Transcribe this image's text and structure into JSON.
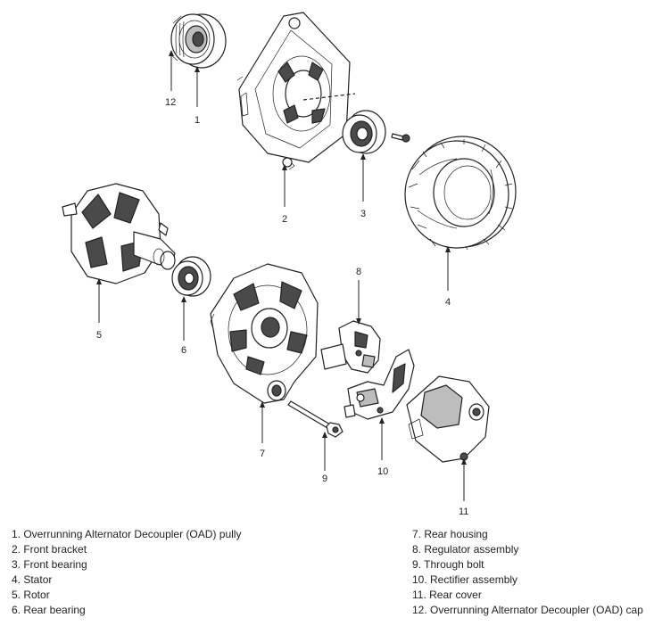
{
  "callouts": {
    "c1": "1",
    "c2": "2",
    "c3": "3",
    "c4": "4",
    "c5": "5",
    "c6": "6",
    "c7": "7",
    "c8": "8",
    "c9": "9",
    "c10": "10",
    "c11": "11",
    "c12": "12"
  },
  "legend": {
    "left": [
      "1. Overrunning Alternator Decoupler (OAD) pully",
      "2. Front bracket",
      "3. Front bearing",
      "4. Stator",
      "5. Rotor",
      "6. Rear bearing"
    ],
    "right": [
      "7. Rear housing",
      "8. Regulator assembly",
      "9. Through bolt",
      "10. Rectifier assembly",
      "11. Rear cover",
      "12. Overrunning Alternator Decoupler (OAD) cap"
    ]
  }
}
